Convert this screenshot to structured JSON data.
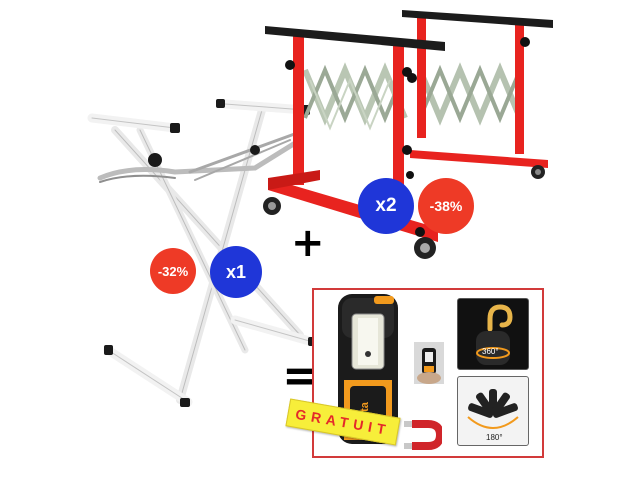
{
  "badges": {
    "white_stand_discount": "-32%",
    "white_stand_quantity": "x1",
    "red_stand_quantity": "x2",
    "red_stand_discount": "-38%"
  },
  "symbols": {
    "plus": "+",
    "equals": "="
  },
  "bonus": {
    "free_label": "GRATUIT",
    "brand_label": "Beta",
    "hook_rotation": "360°",
    "head_rotation": "180°"
  },
  "colors": {
    "red_stand": "#e8231f",
    "stand_bar": "#1c1c1c",
    "white_stand": "#f4f4f4",
    "scissor": "#a9b8a4",
    "badge_red": "#ee3a26",
    "badge_blue": "#1f36d8",
    "frame": "#d23a3a",
    "lamp_orange": "#f29a1d"
  }
}
